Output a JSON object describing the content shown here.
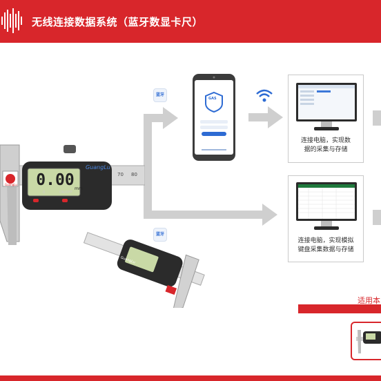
{
  "header": {
    "title": "无线连接数据系统（蓝牙数显卡尺）"
  },
  "badges": {
    "bt_top": "蓝牙",
    "bt_bottom": "蓝牙"
  },
  "caliper": {
    "reading": "0.00",
    "unit": "mm",
    "brand": "GuangLu",
    "scale_70": "70",
    "scale_80": "80",
    "on_off": "ON/OFF",
    "zero": "0",
    "logo_text": "GuangLu",
    "bottom_brand": "GuangLu"
  },
  "phone": {
    "app_name": "GAS"
  },
  "panels": {
    "top_caption_line1": "连接电脑，实现数",
    "top_caption_line2": "据的采集与存储",
    "bottom_caption_line1": "连接电脑，实现模拟",
    "bottom_caption_line2": "键盘采集数据与存储"
  },
  "right": {
    "tag": "适用本"
  },
  "colors": {
    "brand_red": "#d8262b",
    "arrow_gray": "#cfcfcf",
    "bt_blue": "#2d6bd3",
    "lcd_green": "#c9d9a6"
  }
}
